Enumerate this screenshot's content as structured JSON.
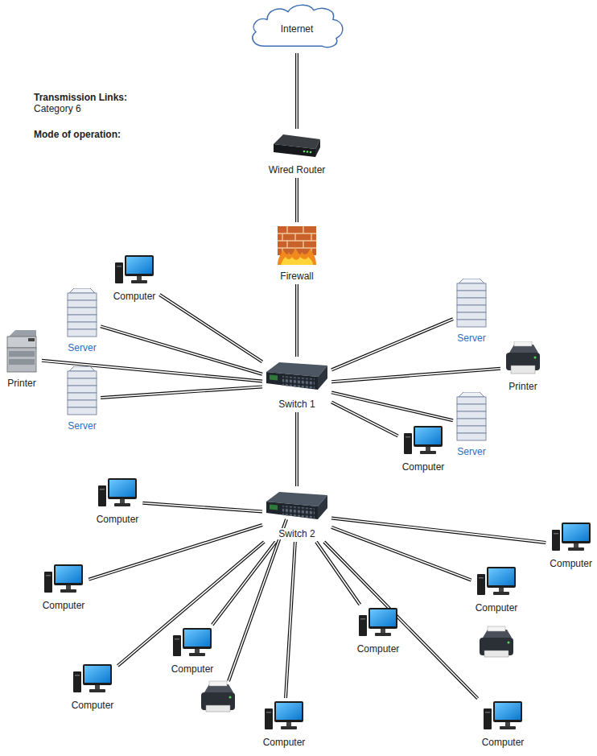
{
  "diagram": {
    "nodes": [
      {
        "text": [
          "Internet"
        ]
      },
      {
        "text": [
          "Wired Router"
        ]
      },
      {
        "text": [
          "Firewall"
        ]
      },
      {
        "text": [
          "Computer"
        ]
      },
      {
        "text": [
          "Server"
        ]
      },
      {
        "text": [
          "Server"
        ]
      },
      {
        "text": [
          "Printer"
        ]
      },
      {
        "text": [
          "Printer"
        ]
      },
      {
        "text": [
          "Switch 1"
        ]
      },
      {
        "text": [
          "Server"
        ]
      },
      {
        "text": [
          "Server"
        ]
      },
      {
        "text": [
          "Computer"
        ]
      },
      {
        "text": [
          "Switch 2"
        ]
      },
      {
        "text": [
          "Computer"
        ]
      },
      {
        "text": [
          "Computer"
        ]
      },
      {
        "text": [
          "Computer"
        ]
      },
      {
        "text": [
          "Computer"
        ]
      },
      {
        "text": [
          "Computer"
        ]
      },
      {
        "text": [
          "Computer"
        ]
      },
      {
        "text": [
          "Computer"
        ]
      },
      {
        "text": [
          "Computer"
        ]
      },
      {
        "text": [
          "Computer"
        ]
      }
    ],
    "edges": [
      {
        "from": 0,
        "to": 1,
        "arrow": "none"
      },
      {
        "from": 1,
        "to": 2,
        "arrow": "none"
      },
      {
        "from": 2,
        "to": 8,
        "arrow": "none"
      },
      {
        "from": 8,
        "to": 3,
        "arrow": "none"
      },
      {
        "from": 8,
        "to": 4,
        "arrow": "none"
      },
      {
        "from": 8,
        "to": 5,
        "arrow": "none"
      },
      {
        "from": 8,
        "to": 6,
        "arrow": "none"
      },
      {
        "from": 8,
        "to": 7,
        "arrow": "none"
      },
      {
        "from": 8,
        "to": 9,
        "arrow": "none"
      },
      {
        "from": 8,
        "to": 10,
        "arrow": "none"
      },
      {
        "from": 8,
        "to": 11,
        "arrow": "none"
      },
      {
        "from": 8,
        "to": 12,
        "arrow": "none"
      },
      {
        "from": 12,
        "to": 13,
        "arrow": "none"
      },
      {
        "from": 12,
        "to": 14,
        "arrow": "none"
      },
      {
        "from": 12,
        "to": 15,
        "arrow": "none"
      },
      {
        "from": 12,
        "to": 16,
        "arrow": "none"
      },
      {
        "from": 12,
        "to": 17,
        "arrow": "none"
      },
      {
        "from": 12,
        "to": 18,
        "arrow": "none"
      },
      {
        "from": 12,
        "to": 19,
        "arrow": "none"
      },
      {
        "from": 12,
        "to": 20,
        "arrow": "none"
      },
      {
        "from": 12,
        "to": 21,
        "arrow": "none"
      }
    ],
    "labels": [
      "Transmission Links:",
      "Category 6",
      "Mode of operation:"
    ]
  }
}
